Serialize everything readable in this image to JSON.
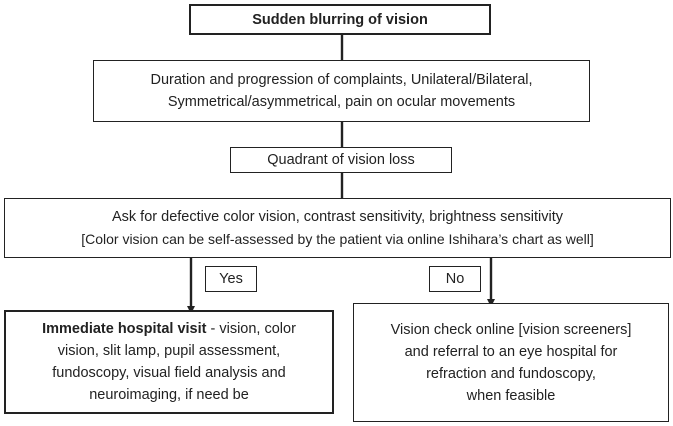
{
  "nodes": {
    "start": {
      "text": "Sudden blurring of vision"
    },
    "history": {
      "lines": [
        "Duration and progression of complaints, Unilateral/Bilateral,",
        "Symmetrical/asymmetrical, pain on ocular movements"
      ]
    },
    "quadrant": {
      "text": "Quadrant of vision loss"
    },
    "ask": {
      "lines": [
        "Ask for defective color vision, contrast sensitivity, brightness sensitivity",
        "[Color vision can be self-assessed by the patient via online Ishihara’s chart as well]"
      ]
    },
    "hospital": {
      "bold_part": "Immediate hospital visit",
      "line1_rest": " - vision, color",
      "lines": [
        "vision, slit lamp, pupil assessment,",
        "fundoscopy, visual field analysis and",
        "neuroimaging, if need be"
      ]
    },
    "online": {
      "lines": [
        "Vision check online [vision screeners]",
        "and referral to an eye hospital for",
        "refraction and fundoscopy,",
        "when feasible"
      ]
    }
  },
  "branches": {
    "yes": "Yes",
    "no": "No"
  }
}
